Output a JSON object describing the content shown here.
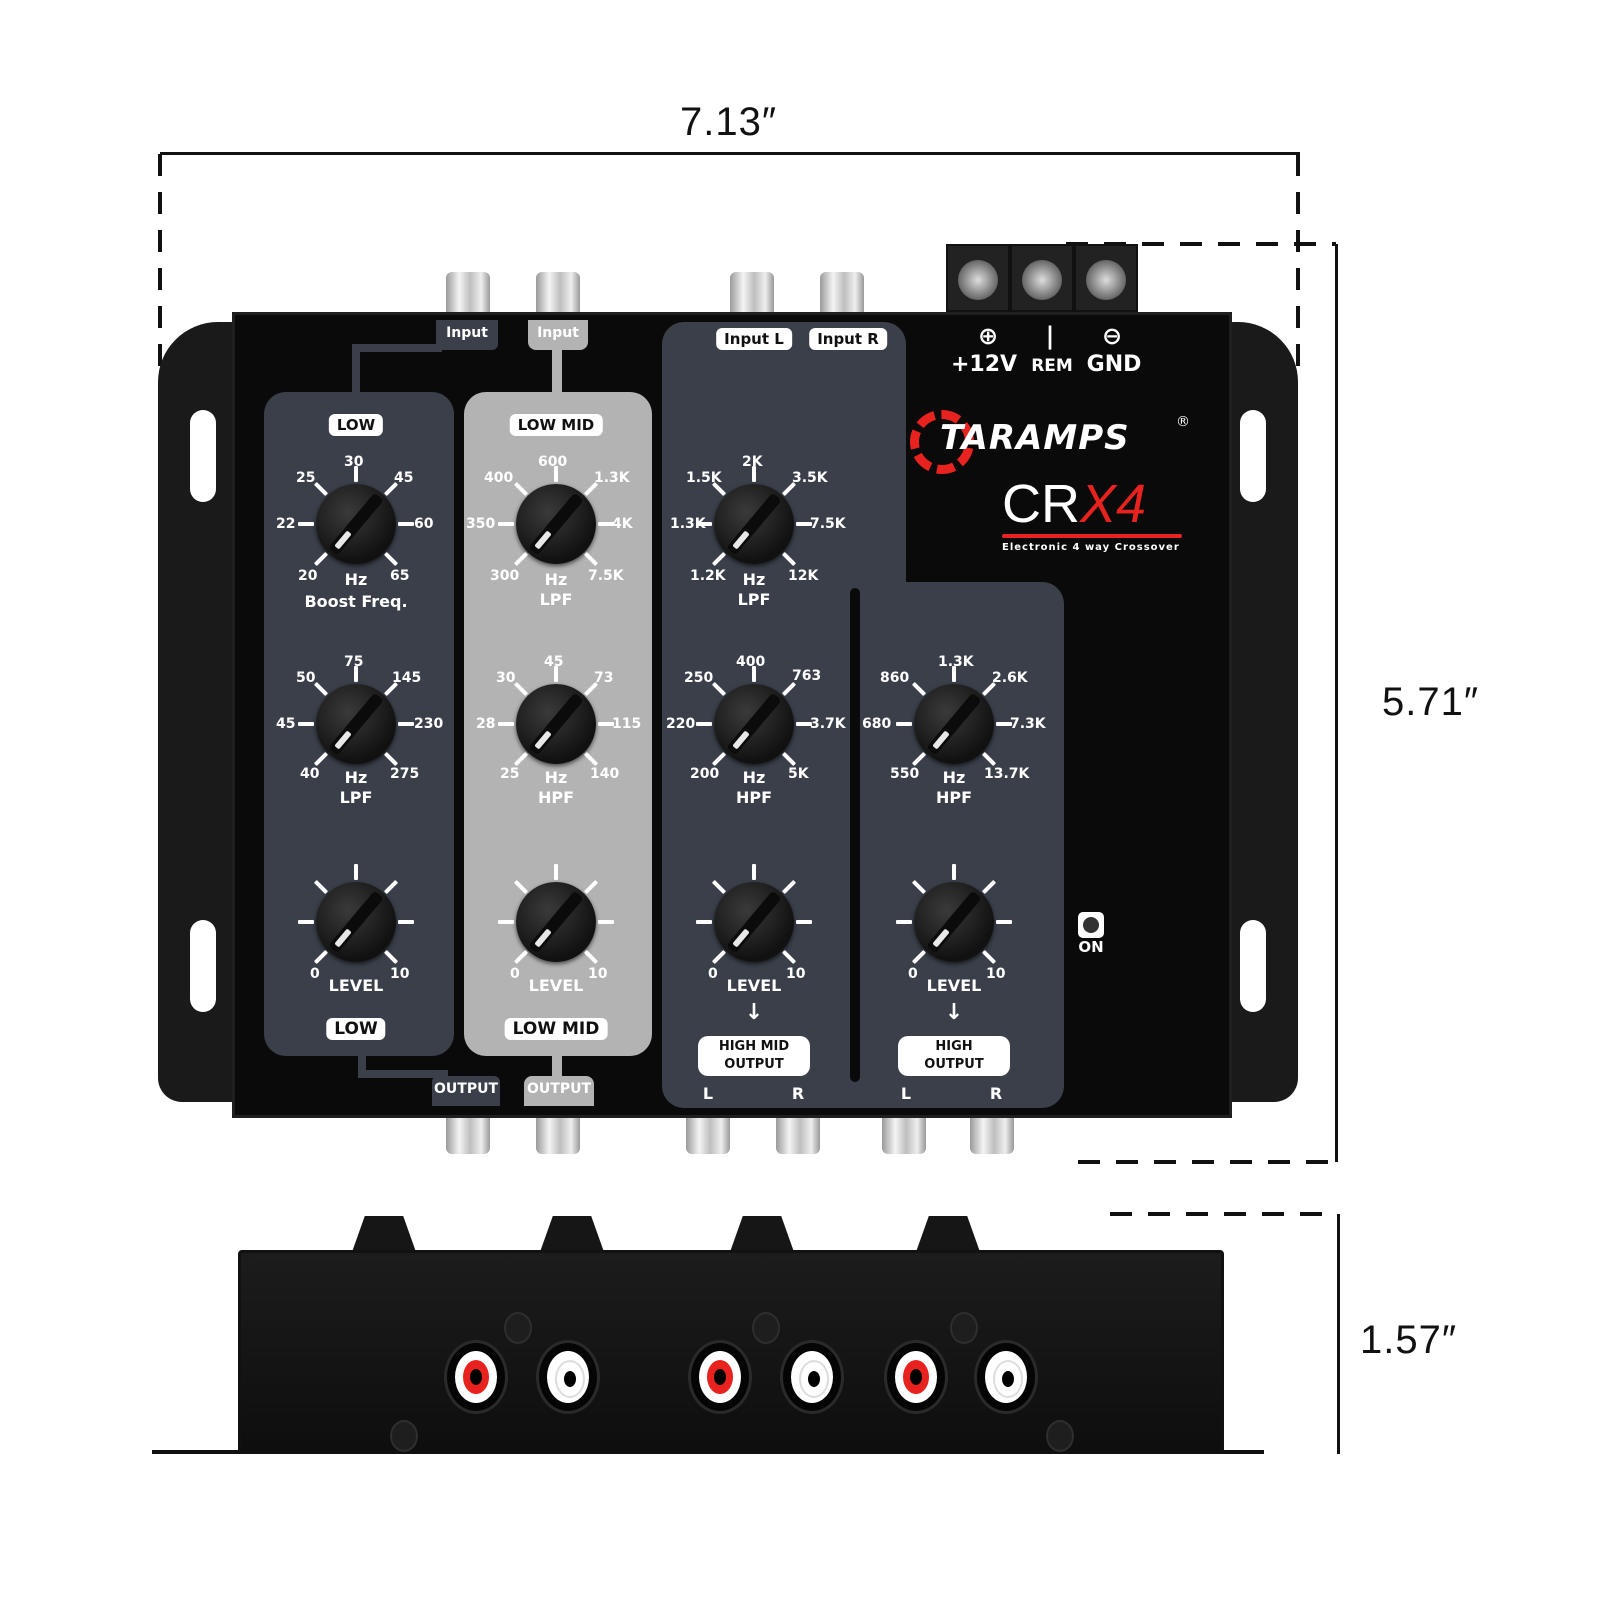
{
  "dimensions": {
    "width": "7.13″",
    "height": "5.71″",
    "depth": "1.57″"
  },
  "brand": {
    "name": "TARAMPS",
    "registered": "®",
    "model_prefix": "CR",
    "model_suffix": "X4",
    "tagline": "Electronic 4 way Crossover",
    "accent_color": "#e8231f"
  },
  "power": {
    "terminals": [
      {
        "symbol": "⊕",
        "label": "+12V"
      },
      {
        "symbol": "|",
        "label": "REM"
      },
      {
        "symbol": "⊖",
        "label": "GND"
      }
    ]
  },
  "led": {
    "label": "ON"
  },
  "top_inputs": {
    "low": "Input",
    "low_mid": "Input",
    "left": "Input L",
    "right": "Input R"
  },
  "bottom_outputs": {
    "low": "OUTPUT",
    "low_mid": "OUTPUT",
    "high_mid": "HIGH MID\nOUTPUT",
    "high_mid_line1": "HIGH MID",
    "high_mid_line2": "OUTPUT",
    "high_line1": "HIGH",
    "high_line2": "OUTPUT",
    "l": "L",
    "r": "R"
  },
  "sections": {
    "low": {
      "header": "LOW",
      "footer": "LOW",
      "boost": {
        "labels": [
          "20",
          "22",
          "25",
          "30",
          "45",
          "60",
          "65"
        ],
        "unit": "Hz",
        "name": "Boost Freq."
      },
      "lpf": {
        "labels": [
          "40",
          "45",
          "50",
          "75",
          "145",
          "230",
          "275"
        ],
        "unit": "Hz",
        "name": "LPF"
      },
      "level": {
        "min": "0",
        "max": "10",
        "name": "LEVEL"
      }
    },
    "low_mid": {
      "header": "LOW MID",
      "footer": "LOW MID",
      "lpf": {
        "labels": [
          "300",
          "350",
          "400",
          "600",
          "1.3K",
          "4K",
          "7.5K"
        ],
        "unit": "Hz",
        "name": "LPF"
      },
      "hpf": {
        "labels": [
          "25",
          "28",
          "30",
          "45",
          "73",
          "115",
          "140"
        ],
        "unit": "Hz",
        "name": "HPF"
      },
      "level": {
        "min": "0",
        "max": "10",
        "name": "LEVEL"
      }
    },
    "high_mid": {
      "lpf": {
        "labels": [
          "1.2K",
          "1.3K",
          "1.5K",
          "2K",
          "3.5K",
          "7.5K",
          "12K"
        ],
        "unit": "Hz",
        "name": "LPF"
      },
      "hpf": {
        "labels": [
          "200",
          "220",
          "250",
          "400",
          "763",
          "3.7K",
          "5K"
        ],
        "unit": "Hz",
        "name": "HPF"
      },
      "level": {
        "min": "0",
        "max": "10",
        "name": "LEVEL"
      }
    },
    "high": {
      "hpf": {
        "labels": [
          "550",
          "680",
          "860",
          "1.3K",
          "2.6K",
          "7.3K",
          "13.7K"
        ],
        "unit": "Hz",
        "name": "HPF"
      },
      "level": {
        "min": "0",
        "max": "10",
        "name": "LEVEL"
      }
    }
  }
}
